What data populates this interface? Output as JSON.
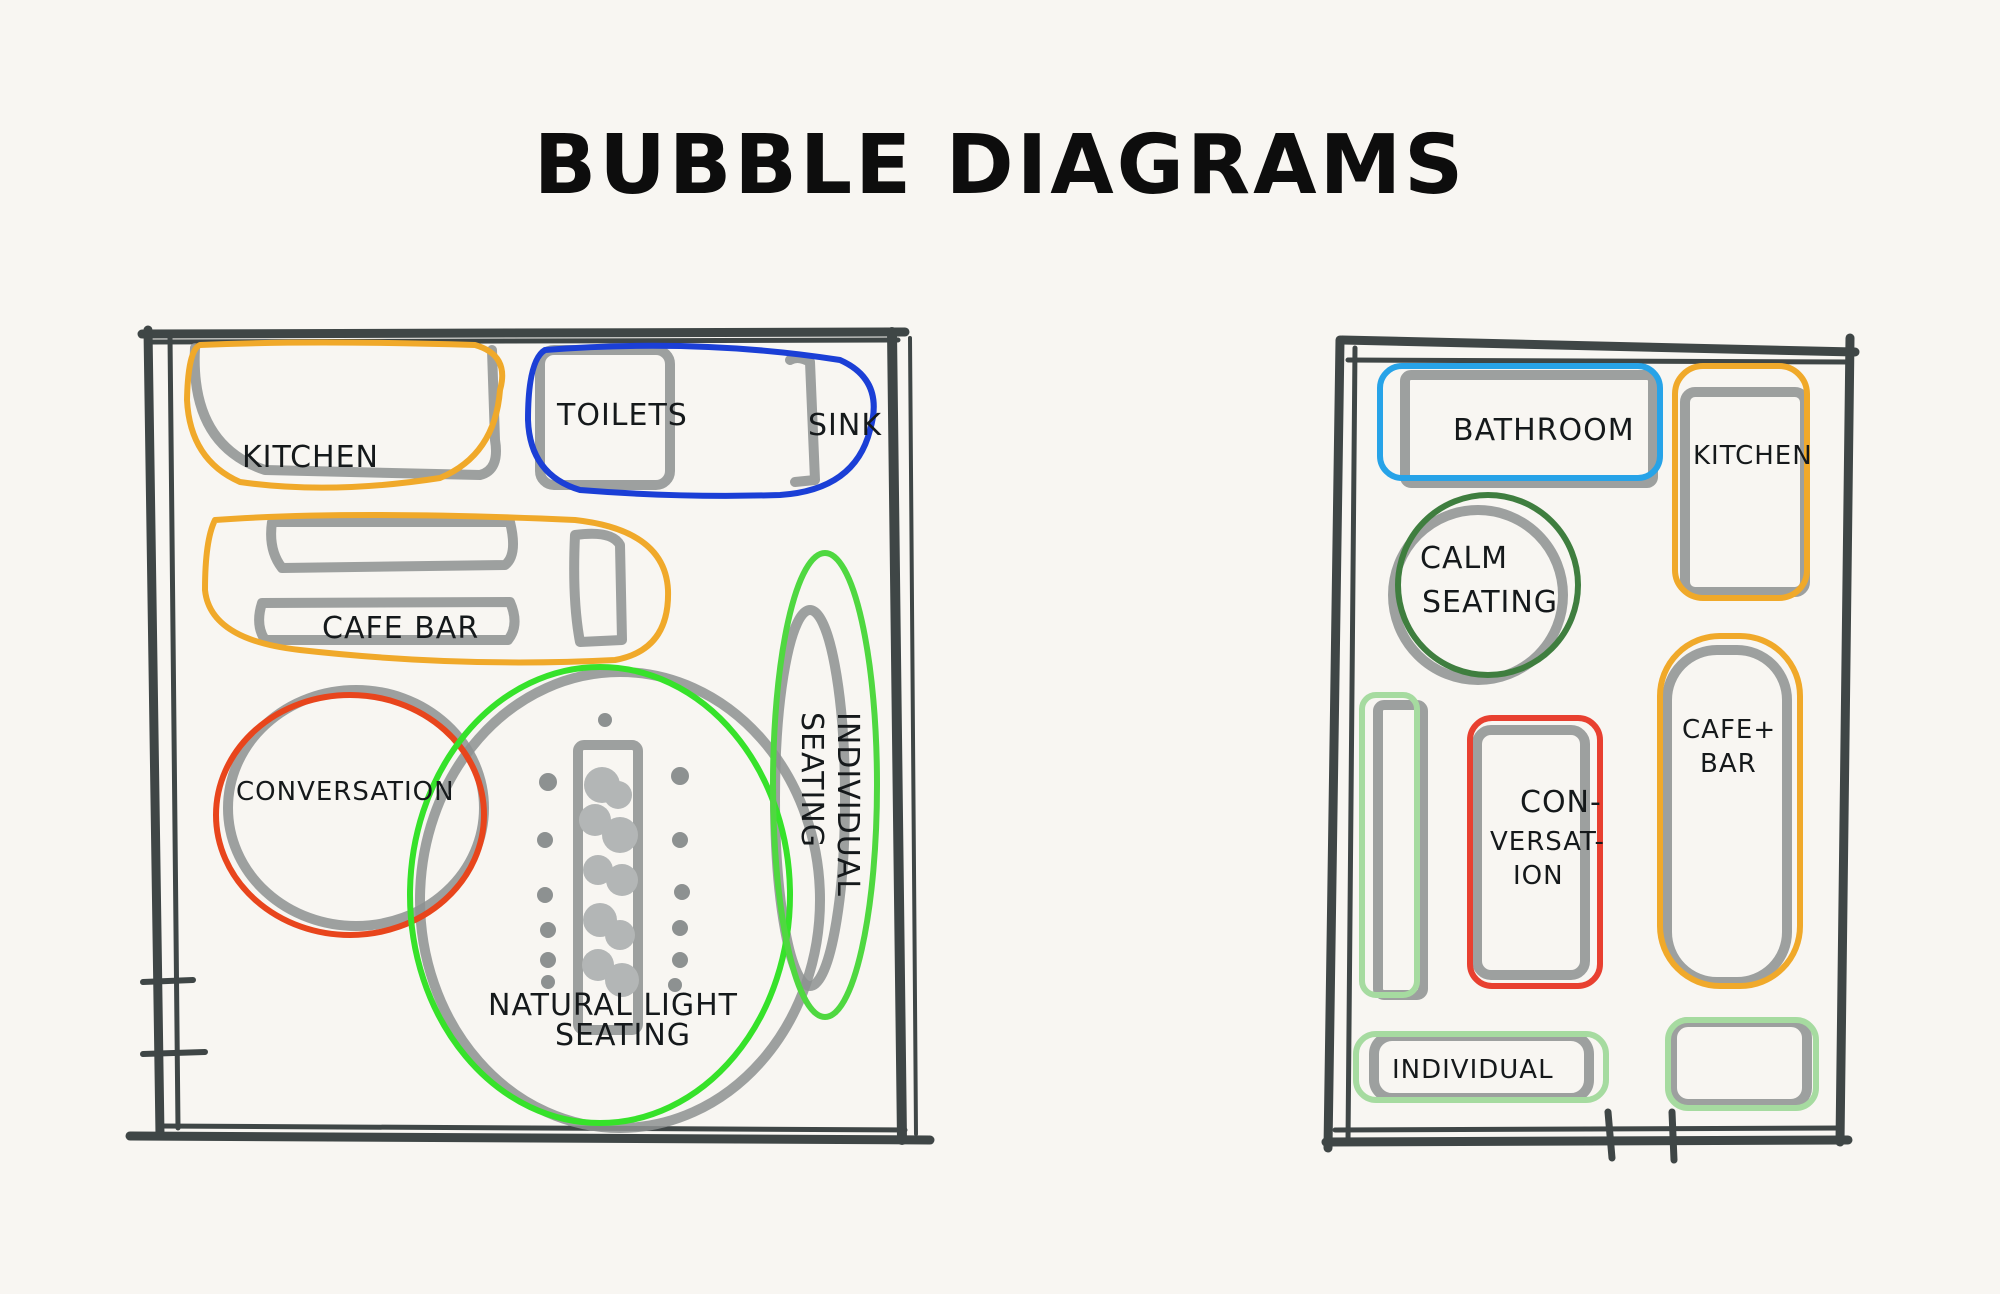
{
  "title": "BUBBLE DIAGRAMS",
  "colors": {
    "wall": "#3f4646",
    "furniture": "#8d9191",
    "kitchen": "#f0a92a",
    "toilets": "#1b3fd6",
    "cafe": "#f0a92a",
    "conversation": "#e8451c",
    "natural_light": "#36e22a",
    "individual": "#4fd840",
    "bathroom": "#27a3e8",
    "calm": "#3f7e3f",
    "light_green": "#a6dba0",
    "red": "#e84030"
  },
  "plan_a": {
    "kitchen": "KITCHEN",
    "toilets": "TOILETS",
    "sink": "SINK",
    "cafe_bar": "CAFE BAR",
    "conversation": "CONVERSATION",
    "individual_line1": "INDIVIDUAL",
    "individual_line2": "SEATING",
    "natural_line1": "NATURAL LIGHT",
    "natural_line2": "SEATING"
  },
  "plan_b": {
    "bathroom": "BATHROOM",
    "kitchen": "KITCHEN",
    "calm_line1": "CALM",
    "calm_line2": "SEATING",
    "cafe_line1": "CAFE+",
    "cafe_line2": "BAR",
    "conv_line1": "CON-",
    "conv_line2": "VERSAT-",
    "conv_line3": "ION",
    "individual": "INDIVIDUAL"
  }
}
